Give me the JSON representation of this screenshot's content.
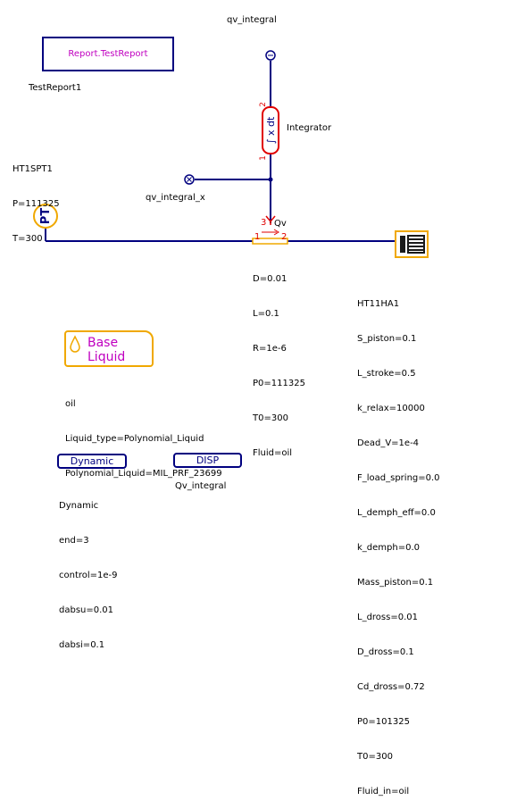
{
  "top_label": "qv_integral",
  "report": {
    "label": "Report.TestReport",
    "instance": "TestReport1"
  },
  "sensor": {
    "name": "HT1SPT1",
    "p": "P=111325",
    "t": "T=300",
    "glyph": "PT"
  },
  "integrator": {
    "label": "Integrator",
    "glyph": "∫ x dt",
    "port_in": "1",
    "port_out": "2"
  },
  "qv_x_label": "qv_integral_x",
  "flow_sensor": {
    "label": "Qv",
    "port_top": "3",
    "port_left": "1",
    "port_right": "2"
  },
  "pipe_params": [
    "D=0.01",
    "L=0.1",
    "R=1e-6",
    "P0=111325",
    "T0=300",
    "Fluid=oil"
  ],
  "accumulator": {
    "name": "HT11HA1",
    "params": [
      "S_piston=0.1",
      "L_stroke=0.5",
      "k_relax=10000",
      "Dead_V=1e-4",
      "F_load_spring=0.0",
      "L_demph_eff=0.0",
      "k_demph=0.0",
      "Mass_piston=0.1",
      "L_dross=0.01",
      "D_dross=0.1",
      "Cd_dross=0.72",
      "P0=101325",
      "T0=300",
      "Fluid_in=oil"
    ]
  },
  "base_liquid": {
    "line1": "Base",
    "line2": "Liquid",
    "params": [
      "oil",
      "Liquid_type=Polynomial_Liquid",
      "Polynomial_Liquid=MIL_PRF_23699"
    ]
  },
  "dynamic": {
    "button": "Dynamic",
    "params": [
      "Dynamic",
      "end=3",
      "control=1e-9",
      "dabsu=0.01",
      "dabsi=0.1"
    ]
  },
  "disp": {
    "button": "DISP",
    "label": "Qv_integral"
  },
  "colors": {
    "wire": "#00007f",
    "accent": "#f0a800",
    "label": "#c000c0",
    "port_red": "#e00000"
  }
}
